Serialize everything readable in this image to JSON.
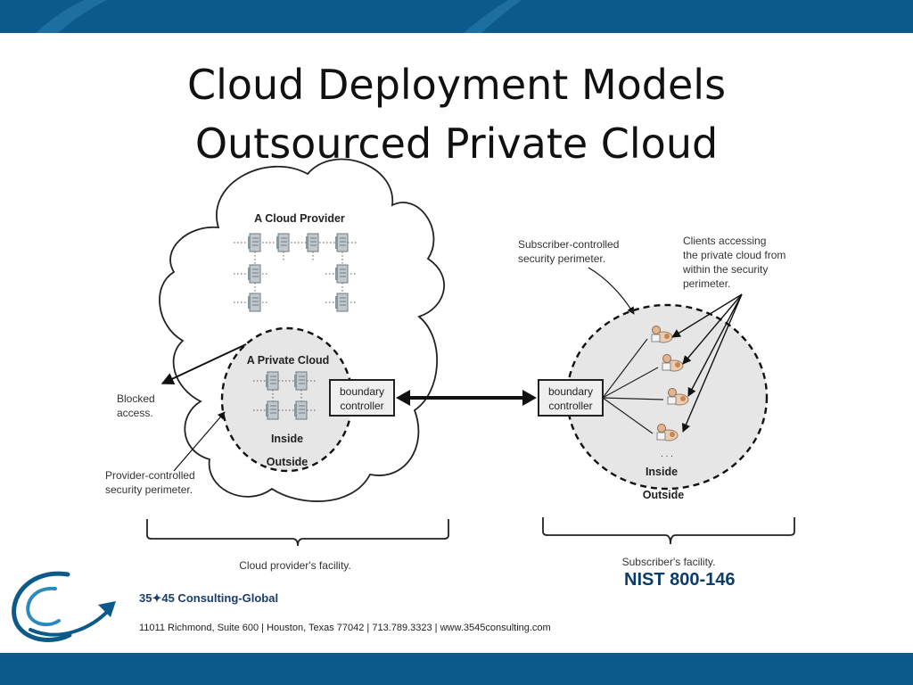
{
  "slide": {
    "title_line1": "Cloud Deployment Models",
    "title_line2": "Outsourced Private Cloud"
  },
  "diagram": {
    "provider_label": "A Cloud Provider",
    "private_cloud_label": "A Private Cloud",
    "boundary_controller_left": [
      "boundary",
      "controller"
    ],
    "boundary_controller_right": [
      "boundary",
      "controller"
    ],
    "inside_left": "Inside",
    "outside_left": "Outside",
    "inside_right": "Inside",
    "outside_right": "Outside",
    "blocked_access": [
      "Blocked",
      "access."
    ],
    "provider_perimeter": [
      "Provider-controlled",
      "security perimeter."
    ],
    "subscriber_perimeter": [
      "Subscriber-controlled",
      "security perimeter."
    ],
    "clients_accessing": [
      "Clients accessing",
      "the private cloud from",
      "within the security",
      "perimeter."
    ],
    "ellipsis": ". . .",
    "provider_facility": "Cloud provider's facility.",
    "subscriber_facility": "Subscriber's facility."
  },
  "footer": {
    "source": "NIST 800-146",
    "company": "35✦45 Consulting-Global",
    "address": "11011 Richmond, Suite 600 | Houston, Texas 77042 | 713.789.3323 | www.3545consulting.com"
  },
  "colors": {
    "brand_blue": "#0b5a8a",
    "navy_text": "#1c3d6b"
  }
}
